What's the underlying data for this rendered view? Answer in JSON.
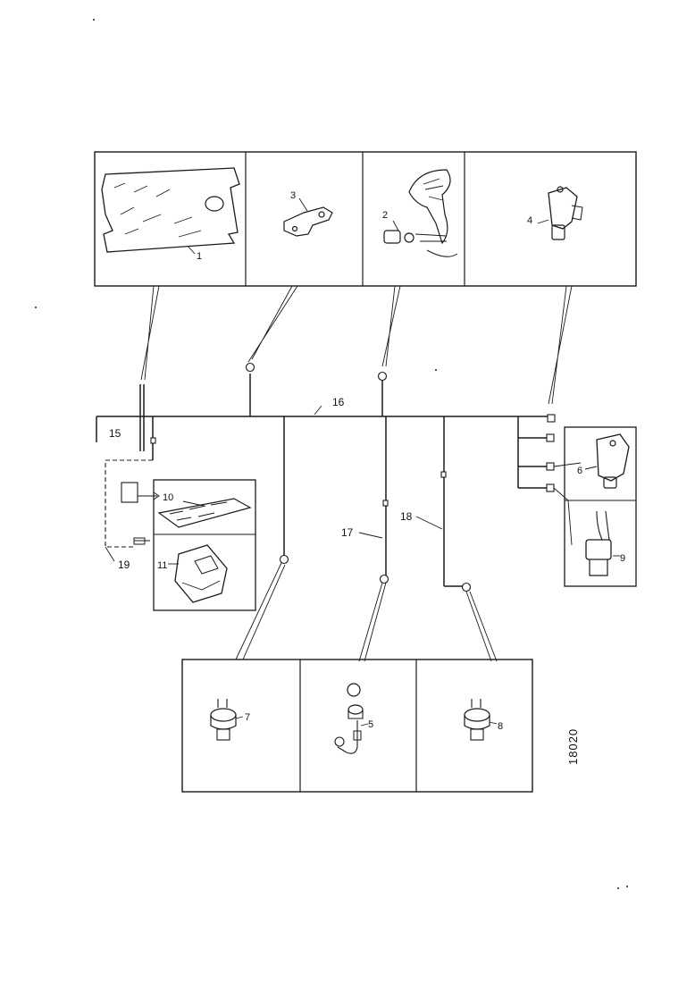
{
  "diagram": {
    "drawing_number": "18020",
    "part_labels": {
      "p1": "1",
      "p2": "2",
      "p3": "3",
      "p4": "4",
      "p5": "5",
      "p6": "6",
      "p7": "7",
      "p8": "8",
      "p9": "9",
      "p10": "10",
      "p11": "11"
    },
    "harness_labels": {
      "h15": "15",
      "h16": "16",
      "h17": "17",
      "h18": "18",
      "h19": "19"
    },
    "colors": {
      "line": "#1a1a1a",
      "paper": "#ffffff"
    }
  }
}
